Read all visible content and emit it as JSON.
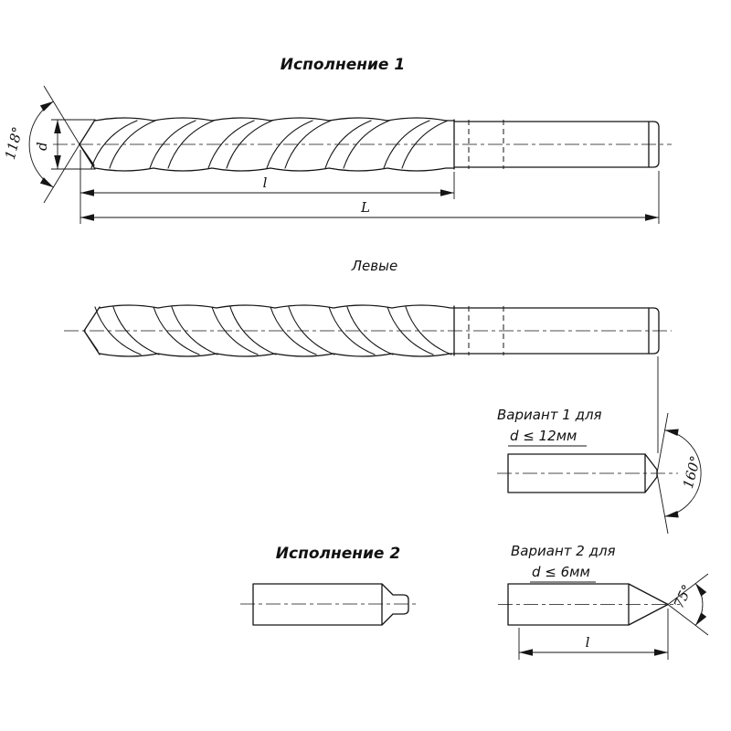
{
  "labels": {
    "version1": "Исполнение 1",
    "left_hand": "Левые",
    "variant1_line1": "Вариант 1 для",
    "variant1_condition": "d ≤ 12мм",
    "version2": "Исполнение 2",
    "variant2_line1": "Вариант 2 для",
    "variant2_condition": "d ≤ 6мм"
  },
  "dims": {
    "point_angle": "118°",
    "diameter": "d",
    "flute_length": "l",
    "total_length": "L",
    "shank_end_angle": "160°",
    "variant2_point_angle": "75°",
    "variant2_length": "l"
  },
  "colors": {
    "line": "#151515",
    "background": "#ffffff"
  }
}
